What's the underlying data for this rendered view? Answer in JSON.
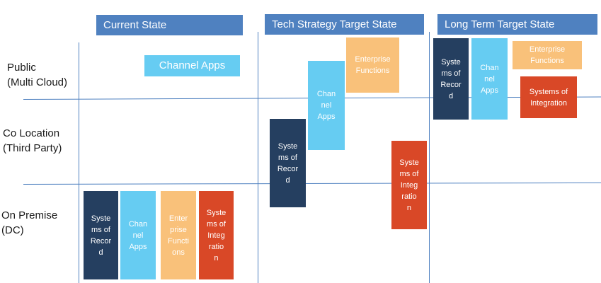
{
  "headers": {
    "current": "Current State",
    "tech": "Tech Strategy Target State",
    "long": "Long Term Target State"
  },
  "rows": {
    "public": "Public\n(Multi Cloud)",
    "colo": "Co Location\n(Third Party)",
    "onprem": "On Premise\n(DC)"
  },
  "boxes": {
    "current_channel": "Channel Apps",
    "onprem_sor": "Syste\nms of\nRecor\nd",
    "onprem_channel": "Chan\nnel\nApps",
    "onprem_enterprise": "Enter\nprise\nFuncti\nons",
    "onprem_soi": "Syste\nms of\nInteg\nratio\nn",
    "tech_enterprise": "Enterprise\nFunctions",
    "tech_channel": "Chan\nnel\nApps",
    "tech_sor": "Syste\nms of\nRecor\nd",
    "tech_soi": "Syste\nms of\nInteg\nratio\nn",
    "long_sor": "Syste\nms of\nRecor\nd",
    "long_channel": "Chan\nnel\nApps",
    "long_enterprise": "Enterprise\nFunctions",
    "long_soi": "Systems of\nIntegration"
  },
  "colors": {
    "header": "#4f81c0",
    "navy": "#253f60",
    "light_blue": "#66ccf2",
    "peach": "#f9c17a",
    "red": "#d94827"
  }
}
